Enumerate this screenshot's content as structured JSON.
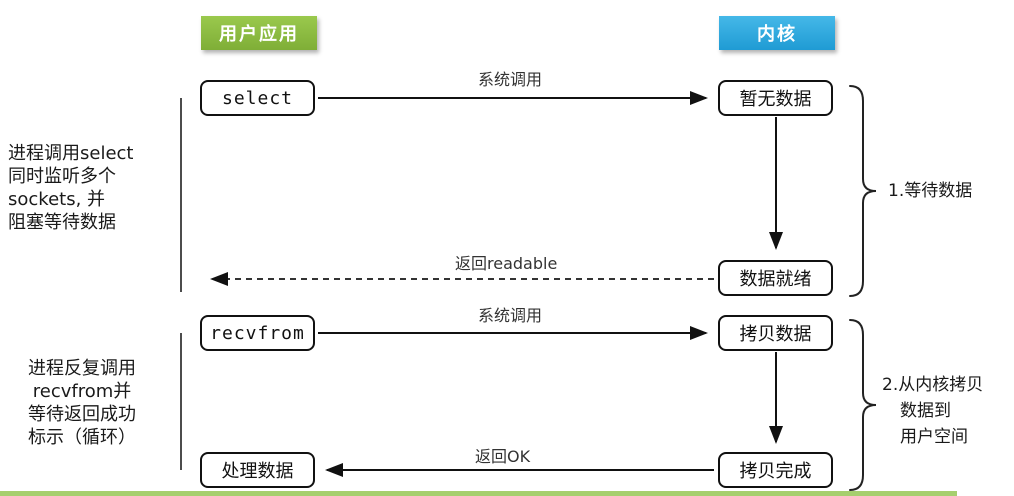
{
  "headers": {
    "user_app": "用户应用",
    "kernel": "内核"
  },
  "boxes": {
    "select": "select",
    "no_data": "暂无数据",
    "data_ready": "数据就绪",
    "recvfrom": "recvfrom",
    "copy_data": "拷贝数据",
    "copy_done": "拷贝完成",
    "process_data": "处理数据"
  },
  "labels": {
    "syscall_1": "系统调用",
    "return_readable": "返回readable",
    "syscall_2": "系统调用",
    "return_ok": "返回OK"
  },
  "annotations": {
    "left_select": {
      "lines": [
        "进程调用select",
        "同时监听多个",
        "sockets, 并",
        "阻塞等待数据"
      ]
    },
    "left_recvfrom": {
      "lines": [
        "进程反复调用",
        "recvfrom并",
        "等待返回成功",
        "标示（循环）"
      ]
    },
    "brace_wait": "1.等待数据",
    "brace_copy": {
      "lines": [
        "2.从内核拷贝",
        "数据到",
        "用户空间"
      ]
    }
  },
  "colors": {
    "user_badge": "#8abd3f",
    "kernel_badge": "#2aa9e0",
    "bottom_strip": "#a6cf6e"
  }
}
